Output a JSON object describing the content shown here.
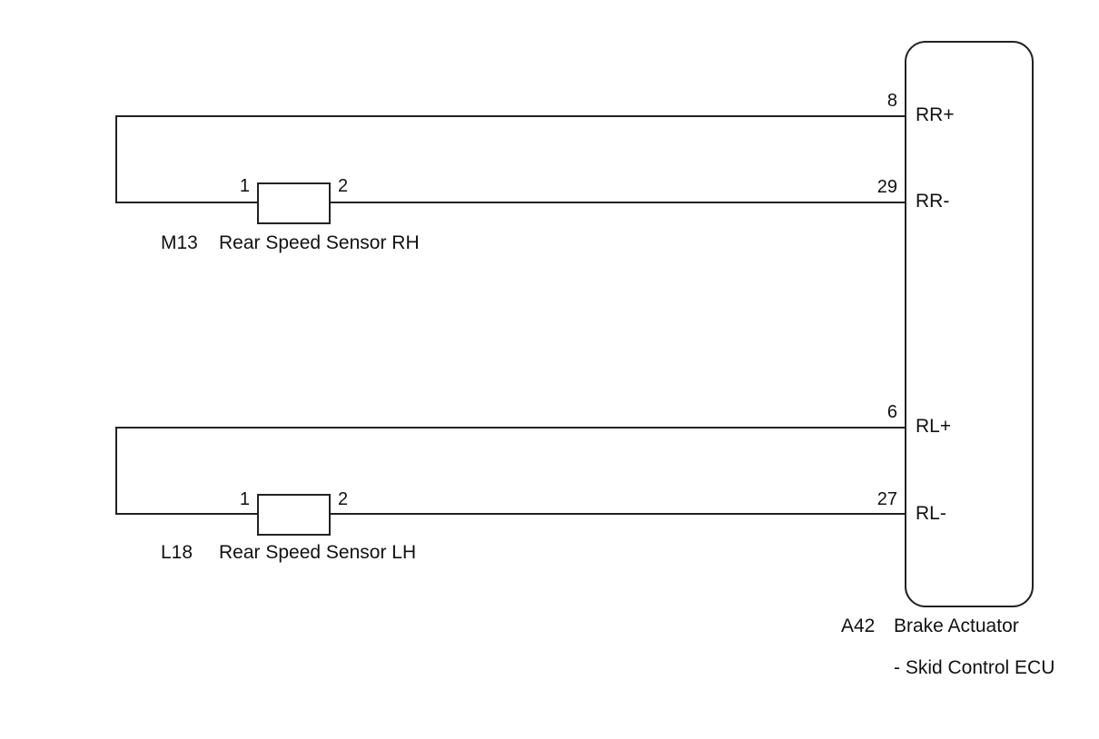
{
  "ecu": {
    "connector": "A42",
    "name_line1": "Brake Actuator",
    "name_line2": "- Skid Control ECU",
    "terminals": [
      {
        "pin": "8",
        "label": "RR+"
      },
      {
        "pin": "29",
        "label": "RR-"
      },
      {
        "pin": "6",
        "label": "RL+"
      },
      {
        "pin": "27",
        "label": "RL-"
      }
    ]
  },
  "sensors": [
    {
      "connector": "M13",
      "name": "Rear Speed Sensor RH",
      "pin1": "1",
      "pin2": "2"
    },
    {
      "connector": "L18",
      "name": "Rear Speed Sensor LH",
      "pin1": "1",
      "pin2": "2"
    }
  ]
}
